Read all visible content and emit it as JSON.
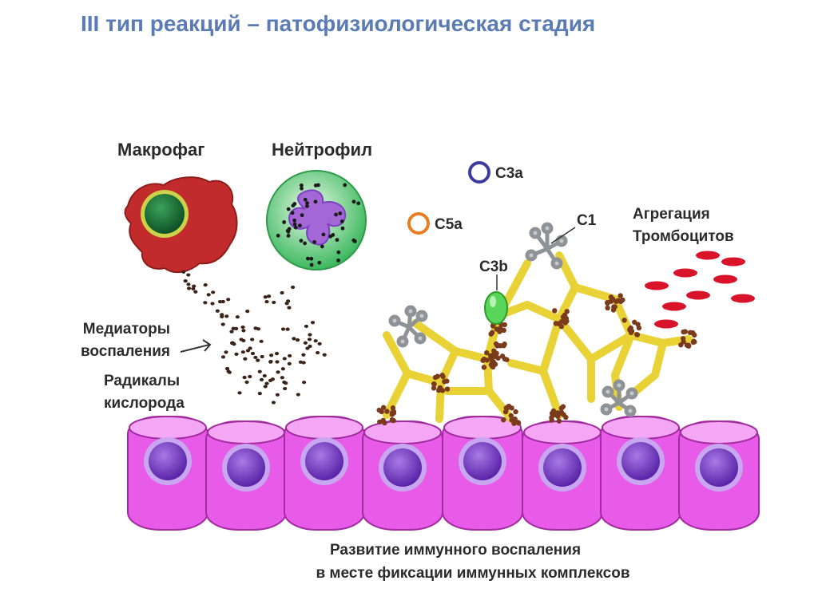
{
  "title": "III тип реакций – патофизиологическая стадия",
  "labels": {
    "macrophage": "Макрофаг",
    "neutrophil": "Нейтрофил",
    "c3a": "C3a",
    "c5a": "C5a",
    "c1": "C1",
    "c3b": "C3b",
    "platelet_line1": "Агрегация",
    "platelet_line2": "Тромбоцитов",
    "mediators_line1": "Медиаторы",
    "mediators_line2": "воспаления",
    "radicals_line1": "Радикалы",
    "radicals_line2": "кислорода",
    "bottom_line1": "Развитие иммунного воспаления",
    "bottom_line2": "в месте фиксации иммунных комплексов"
  },
  "colors": {
    "title": "#5b7bb4",
    "macrophage": "#c22b2b",
    "macrophage_nucleus": "#1f7a3a",
    "neutrophil": "#46c46a",
    "neutrophil_nucleus": "#a368d6",
    "c3a_ring": "#3b3ba0",
    "c5a_ring": "#e67e22",
    "c3b": "#59d659",
    "immune_complex": "#f3e04a",
    "deposit": "#7a3b1c",
    "platelet": "#d9142a",
    "epithelial_cell": "#e85ae8",
    "epithelial_nucleus": "#7d3fc4"
  },
  "icons": {
    "macrophage": "macrophage-cell-icon",
    "neutrophil": "neutrophil-cell-icon",
    "c1": "c1-complement-icon",
    "c3b": "c3b-complement-icon"
  }
}
